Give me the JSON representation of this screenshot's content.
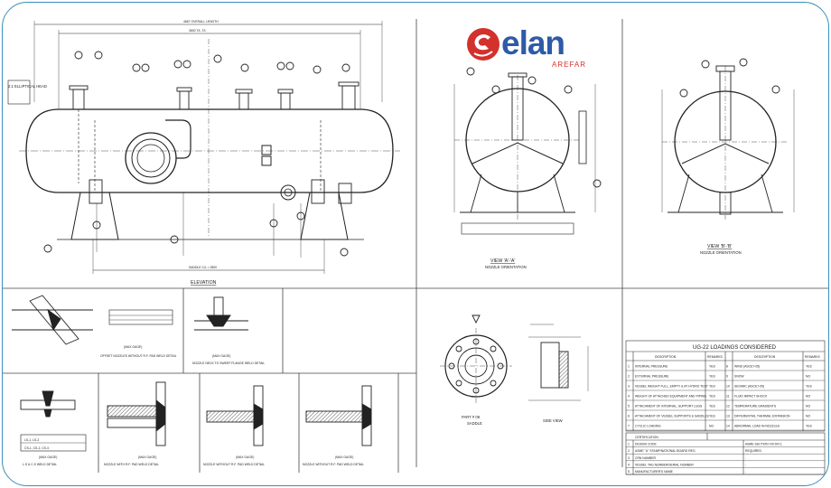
{
  "logo": {
    "name": "elan",
    "sub": "AREFAR",
    "color_blue": "#2e5aa7",
    "color_red": "#d3312c"
  },
  "elevation": {
    "caption": "ELEVATION",
    "overall_length": "4667 OVERALL LENGTH",
    "tt_dim": "3600 T/L-T/L",
    "saddle_dim": "SADDLE C/L = 2800",
    "head_note": "2:1 ELLIPTICAL HEAD"
  },
  "views": {
    "view_a_caption": "VIEW 'A'-'A'",
    "view_a_sub": "NOZZLE ORIENTATION",
    "view_b_caption": "VIEW 'B'-'B'",
    "view_b_sub": "NOZZLE ORIENTATION",
    "part_caption": "PART # 09",
    "part_sub": "SADDLE",
    "side_caption": "SIDE VIEW"
  },
  "details": {
    "d1": "OFFSET NOZZLES WITHOUT R.F. PAD WELD DETAIL",
    "d2": "NOZZLE NECK TO SWEEP FLANGE WELD DETAIL",
    "d3": "L.S & C.S WELD DETAIL",
    "d4": "NOZZLE WITH R.F. PAD WELD DETAIL",
    "d5": "NOZZLE WITHOUT R.F. PAD WELD DETAIL",
    "d6": "NOZZLE WITHOUT R.F. PAD WELD DETAIL",
    "section_mark": "(MAX GAGE)",
    "seam_codes": [
      "LS-1, LS-2",
      "CS-1, CS-2, CS-3"
    ]
  },
  "loadings": {
    "title": "UG-22 LOADINGS CONSIDERED",
    "col_desc": "DESCRIPTION",
    "col_rem": "REMARKS",
    "left_rows": [
      {
        "n": "1",
        "d": "INTERNAL PRESSURE",
        "r": "YES"
      },
      {
        "n": "2",
        "d": "EXTERNAL PRESSURE",
        "r": "YES"
      },
      {
        "n": "3",
        "d": "VESSEL WEIGHT FULL, EMPTY & AT HYDRO TEST",
        "r": "YES"
      },
      {
        "n": "4",
        "d": "WEIGHT OF ATTACHED EQUIPMENT AND PIPING",
        "r": "YES"
      },
      {
        "n": "5",
        "d": "ATTACHMENT OF INTERNAL, SUPPORT LUGS",
        "r": "YES"
      },
      {
        "n": "6",
        "d": "ATTACHMENT OF VESSEL SUPPORTS & SADDLES",
        "r": "YES"
      },
      {
        "n": "7",
        "d": "CYCLIC LOADING",
        "r": "NO"
      }
    ],
    "right_rows": [
      {
        "n": "8",
        "d": "WIND (ASCE7-05)",
        "r": "YES"
      },
      {
        "n": "9",
        "d": "SNOW",
        "r": "NO"
      },
      {
        "n": "10",
        "d": "SEISMIC (ASCE7-05)",
        "r": "YES"
      },
      {
        "n": "11",
        "d": "FLUID IMPACT SHOCK",
        "r": "NO"
      },
      {
        "n": "12",
        "d": "TEMPERATURE GRADIENTS",
        "r": "NO"
      },
      {
        "n": "13",
        "d": "DIFFERENTIAL THERMAL EXPANSION",
        "r": "NO"
      },
      {
        "n": "14",
        "d": "ABNORMAL LOAD IN NOZZLES",
        "r": "YES"
      }
    ],
    "cert_title": "CERTIFICATION",
    "cert_rows": [
      {
        "n": "1",
        "d": "DESIGN CODE",
        "r": "ASME SECTION VIII DIV.1"
      },
      {
        "n": "2",
        "d": "ASME \"U\" STAMP/NATIONAL BOARD REG.",
        "r": "REQUIRED"
      },
      {
        "n": "3",
        "d": "CRN NUMBER",
        "r": "-"
      },
      {
        "n": "4",
        "d": "VESSEL TAG NUMBER/SERIAL NUMBER",
        "r": "-"
      },
      {
        "n": "5",
        "d": "MANUFACTURER'S NAME",
        "r": "-"
      }
    ]
  }
}
